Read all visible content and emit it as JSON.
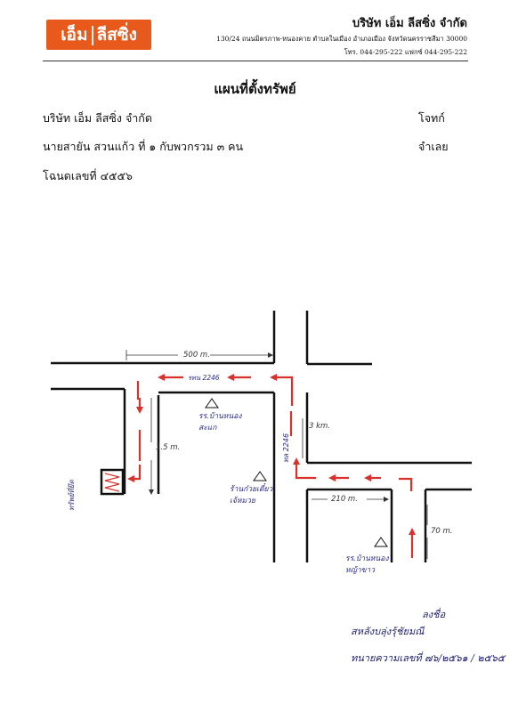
{
  "header": {
    "logo_part1": "เอ็ม",
    "logo_part2": "ลีสซิ่ง",
    "company": "บริษัท เอ็ม ลีสซิ่ง จำกัด",
    "address": "130/24 ถนนมิตรภาพ-หนองคาย ตำบลในเมือง อำเภอเมือง จังหวัดนครราชสีมา 30000",
    "tel": "โทร. 044-295-222  แฟกซ์ 044-295-222"
  },
  "title": "แผนที่ตั้งทรัพย์",
  "details": {
    "plaintiff": "บริษัท เอ็ม ลีสซิ่ง จำกัด",
    "plaintiff_role": "โจทก์",
    "defendant": "นายสายัน สวนแก้ว ที่ ๑ กับพวกรวม ๓ คน",
    "defendant_role": "จำเลย",
    "deed": "โฉนดเลขที่ ๔๕๕๖"
  },
  "map": {
    "dist_top": "500 m.",
    "road_label": "รทน 2246",
    "school1": "รร.บ้านหนอง สะแก",
    "dist_left": "1.5 m.",
    "property": "ทรัพย์ที่ยึด",
    "road_vertical": "ทล 2246",
    "dist_3km": "3 km.",
    "shop": "ร้านก๋วยเตี๋ยว เจ้หมวย",
    "dist_bottom": "210 m.",
    "dist_right": "70 m.",
    "school2": "รร.บ้านหนอง หญ้าขาว",
    "arrow_color": "#d9312b"
  },
  "signature": {
    "mark": "ลงชื่อ",
    "name": "สหลังบลุ่งรุ้ชัยมณี",
    "license": "ทนายความเลขที่ ๗๖/๒๕๖๑ / ๒๕๖๕"
  }
}
